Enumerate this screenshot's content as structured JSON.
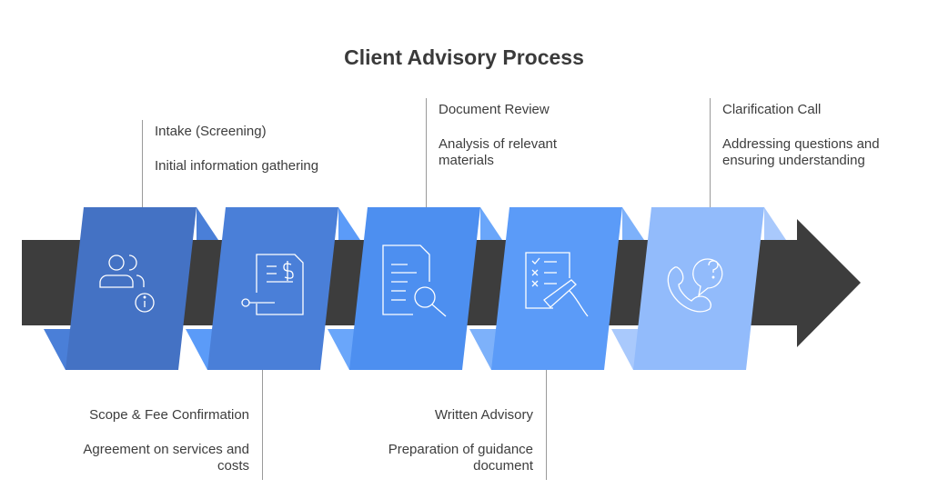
{
  "title": "Client Advisory Process",
  "steps": [
    {
      "title": "Intake (Screening)",
      "description": "Initial information gathering",
      "icon": "users-info-icon",
      "color": "#4472c4"
    },
    {
      "title": "Scope & Fee Confirmation",
      "description": "Agreement on services and costs",
      "icon": "document-dollar-icon",
      "color": "#4a7fd8"
    },
    {
      "title": "Document Review",
      "description": "Analysis of relevant materials",
      "icon": "document-search-icon",
      "color": "#4d8ff0"
    },
    {
      "title": "Written Advisory",
      "description": "Preparation of guidance document",
      "icon": "checklist-pen-icon",
      "color": "#5b9bf8"
    },
    {
      "title": "Clarification Call",
      "description": "Addressing questions and ensuring understanding",
      "icon": "phone-question-icon",
      "color": "#92bbfb"
    }
  ],
  "colors": {
    "arrow": "#3d3d3d",
    "fold_dark": "#3a6fc9",
    "connector": "#9a9a9a"
  }
}
